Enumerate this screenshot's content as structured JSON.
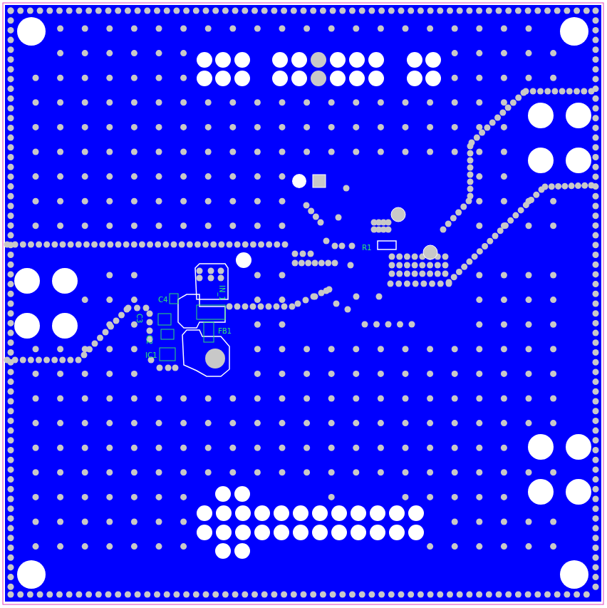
{
  "diagram": {
    "labels": [
      "C4",
      "C3",
      "C2",
      "IC1",
      "FB1",
      "IN_1",
      "R1"
    ]
  }
}
